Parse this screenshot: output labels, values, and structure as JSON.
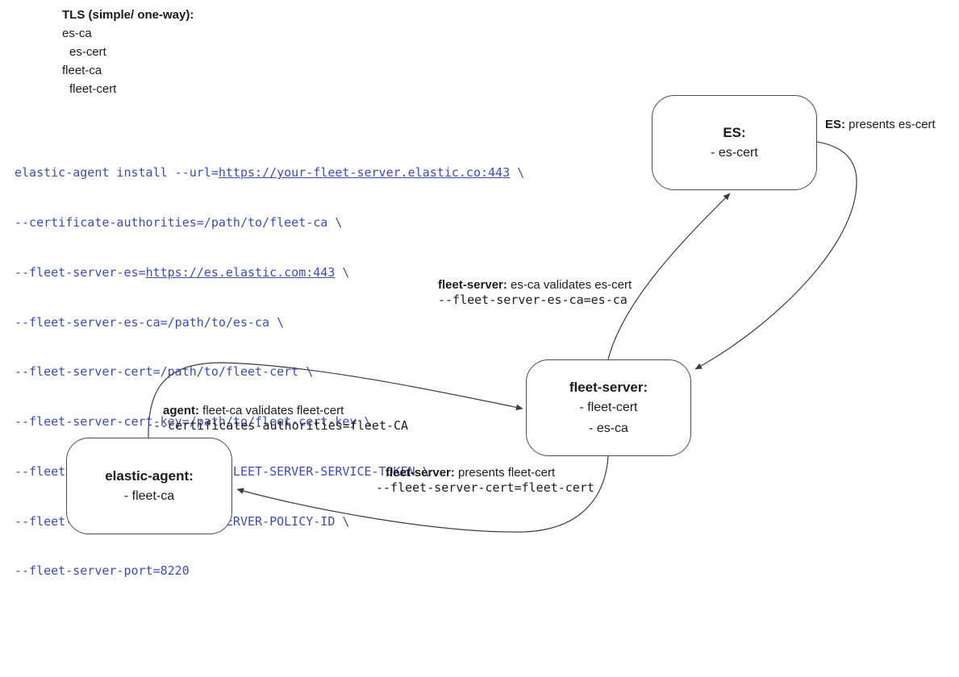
{
  "legend": {
    "title": "TLS (simple/ one-way):",
    "items": [
      "es-ca",
      "es-cert",
      "fleet-ca",
      "fleet-cert"
    ]
  },
  "command": {
    "lines": [
      {
        "pre": "elastic-agent install --url=",
        "url": "https://your-fleet-server.elastic.co:443",
        "post": " \\"
      },
      "--certificate-authorities=/path/to/fleet-ca \\",
      {
        "pre": "--fleet-server-es=",
        "url": "https://es.elastic.com:443",
        "post": " \\"
      },
      "--fleet-server-es-ca=/path/to/es-ca \\",
      "--fleet-server-cert=/path/to/fleet-cert \\",
      "--fleet-server-cert-key=/path/to/fleet-cert-key \\",
      "--fleet-server-service-token=FLEET-SERVER-SERVICE-TOKEN \\",
      "--fleet-server-policy=FLEET-SERVER-POLICY-ID \\",
      "--fleet-server-port=8220"
    ]
  },
  "nodes": {
    "es": {
      "title": "ES:",
      "items": [
        "- es-cert"
      ]
    },
    "fleet_server": {
      "title": "fleet-server:",
      "items": [
        "- fleet-cert",
        "- es-ca"
      ]
    },
    "elastic_agent": {
      "title": "elastic-agent:",
      "items": [
        "- fleet-ca"
      ]
    }
  },
  "edge_labels": {
    "es_presents": {
      "bold": "ES:",
      "rest": " presents es-cert"
    },
    "fleet_validates": {
      "bold": "fleet-server:",
      "rest": " es-ca validates es-cert",
      "mono": "--fleet-server-es-ca=es-ca"
    },
    "agent_validates": {
      "bold": "agent:",
      "rest": " fleet-ca validates fleet-cert",
      "mono": "--certificates-authorities=fleet-CA"
    },
    "fleet_presents": {
      "bold": "fleet-server:",
      "rest": " presents fleet-cert",
      "mono": "--fleet-server-cert=fleet-cert"
    }
  },
  "colors": {
    "background": "#ffffff",
    "text": "#1b1b1b",
    "code_text": "#3c4db3",
    "diagram_line": "#3b3b3b",
    "box_border": "#4d4d4d"
  }
}
